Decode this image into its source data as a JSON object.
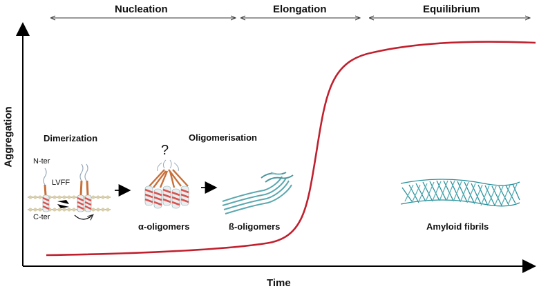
{
  "phases": {
    "nucleation": "Nucleation",
    "elongation": "Elongation",
    "equilibrium": "Equilibrium"
  },
  "axes": {
    "x_title": "Time",
    "y_title": "Aggregation"
  },
  "stages": {
    "dimerization": "Dimerization",
    "oligomerisation": "Oligomerisation",
    "alpha_oligomers": "α-oligomers",
    "beta_oligomers": "ß-oligomers",
    "amyloid_fibrils": "Amyloid fibrils"
  },
  "labels": {
    "n_ter": "N-ter",
    "lvff": "LVFF",
    "c_ter": "C-ter",
    "question": "?"
  },
  "colors": {
    "curve": "#c0202e",
    "helix_red": "#d9534f",
    "helix_white": "#e9eef0",
    "fibril_teal": "#2a8f9a",
    "membrane": "#cbbf9a",
    "tail_orange": "#c8703a"
  }
}
